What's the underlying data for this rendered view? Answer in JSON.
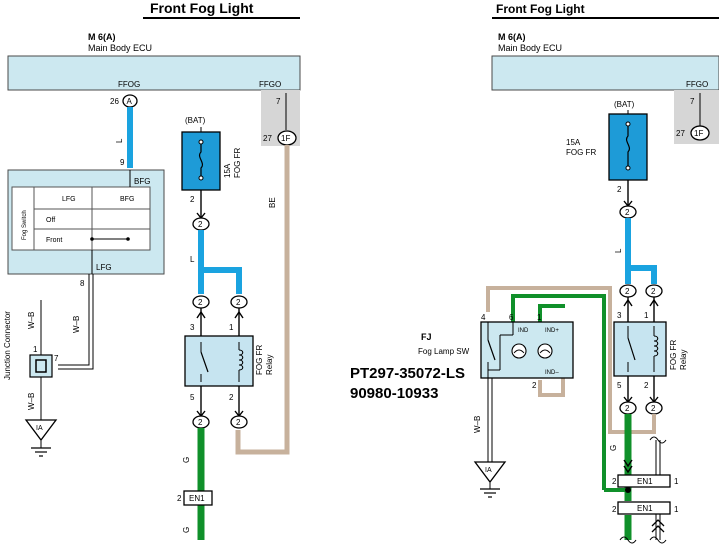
{
  "left": {
    "title": "Front Fog Light",
    "ecu_code": "M 6(A)",
    "ecu_name": "Main Body ECU",
    "pin_ffog": "FFOG",
    "pin_ffgo": "FFGO",
    "pin26": "26",
    "conn_a": "A",
    "pin7": "7",
    "pin27": "27",
    "conn_1f": "1F",
    "wire_l": "L",
    "wire_l2": "L",
    "wire_be": "BE",
    "wire_g": "G",
    "wire_g2": "G",
    "wire_wb1": "W–B",
    "wire_wb2": "W–B",
    "wire_wb3": "W–B",
    "pin9": "9",
    "bfg": "BFG",
    "lfg_out": "LFG",
    "pin8": "8",
    "switch_name": "Fog Switch",
    "col_lfg": "LFG",
    "col_bfg": "BFG",
    "row_off": "Off",
    "row_front": "Front",
    "junction": "Junction Connector",
    "jpin1": "1",
    "jpin7": "7",
    "ground": "IA",
    "bat": "(BAT)",
    "fuse_rating": "15A",
    "fuse_name": "FOG FR",
    "fuse_pin2": "2",
    "conn2": "2",
    "conn2b": "2",
    "conn2c": "2",
    "conn2d": "2",
    "conn2e": "2",
    "relay_pin3": "3",
    "relay_pin1": "1",
    "relay_pin5": "5",
    "relay_pin2": "2",
    "relay_name": "FOG FR",
    "relay_word": "Relay",
    "en1_pin": "2",
    "en1": "EN1"
  },
  "right": {
    "title": "Front Fog Light",
    "ecu_code": "M 6(A)",
    "ecu_name": "Main Body ECU",
    "pin_ffgo": "FFGO",
    "pin7": "7",
    "pin27": "27",
    "conn_1f": "1F",
    "bat": "(BAT)",
    "fuse_rating": "15A",
    "fuse_name": "FOG FR",
    "fuse_pin2": "2",
    "conn2": "2",
    "conn2b": "2",
    "conn2c": "2",
    "conn2d": "2",
    "conn2e": "2",
    "wire_l": "L",
    "wire_g": "G",
    "wire_wb": "W–B",
    "relay_pin3": "3",
    "relay_pin1": "1",
    "relay_pin5": "5",
    "relay_pin2": "2",
    "relay_name": "FOG FR",
    "relay_word": "Relay",
    "fj": "FJ",
    "fog_lamp_sw": "Fog Lamp SW",
    "sw_pin4": "4",
    "sw_pin6": "6",
    "sw_pin1": "1",
    "sw_pin2": "2",
    "ind": "IND",
    "ind_plus": "IND+",
    "ind_minus": "IND–",
    "ground": "IA",
    "en1_top": "EN1",
    "en1_bottom": "EN1",
    "en1_pin2": "2",
    "en1_pin1": "1",
    "en1_pin2b": "2",
    "en1_pin1b": "1"
  },
  "part_numbers": {
    "line1": "PT297-35072-LS",
    "line2": "90980-10933"
  },
  "colors": {
    "ecu_band": "#cce8f0",
    "wire_blue": "#1aa3e0",
    "wire_green": "#10902a",
    "wire_tan": "#c7b19c",
    "fuse_blue": "#1e9bd7",
    "relay_blue": "#c6e4f0",
    "gray_block": "#d6d6d6"
  }
}
